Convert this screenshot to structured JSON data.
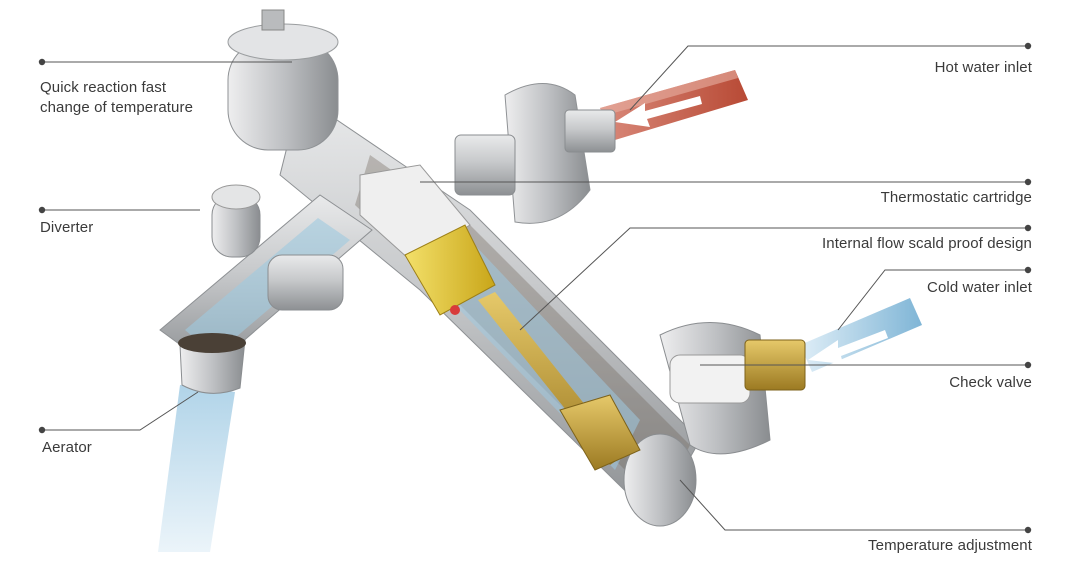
{
  "callouts": {
    "quick_reaction": "Quick reaction fast\nchange of temperature",
    "diverter": "Diverter",
    "aerator": "Aerator",
    "hot_water_inlet": "Hot water inlet",
    "thermostatic_cartridge": "Thermostatic cartridge",
    "internal_flow": "Internal flow scald proof design",
    "cold_water_inlet": "Cold water inlet",
    "check_valve": "Check valve",
    "temperature_adjustment": "Temperature adjustment"
  },
  "colors": {
    "leader_line": "#555555",
    "metal": "#c9cbcd",
    "hot_water": "#c9604a",
    "cold_water": "#8fc3df",
    "brass": "#c9a53a",
    "cartridge_yellow": "#e4c62a"
  },
  "icons": [
    "hot-water-arrow-icon",
    "cold-water-arrow-icon"
  ]
}
